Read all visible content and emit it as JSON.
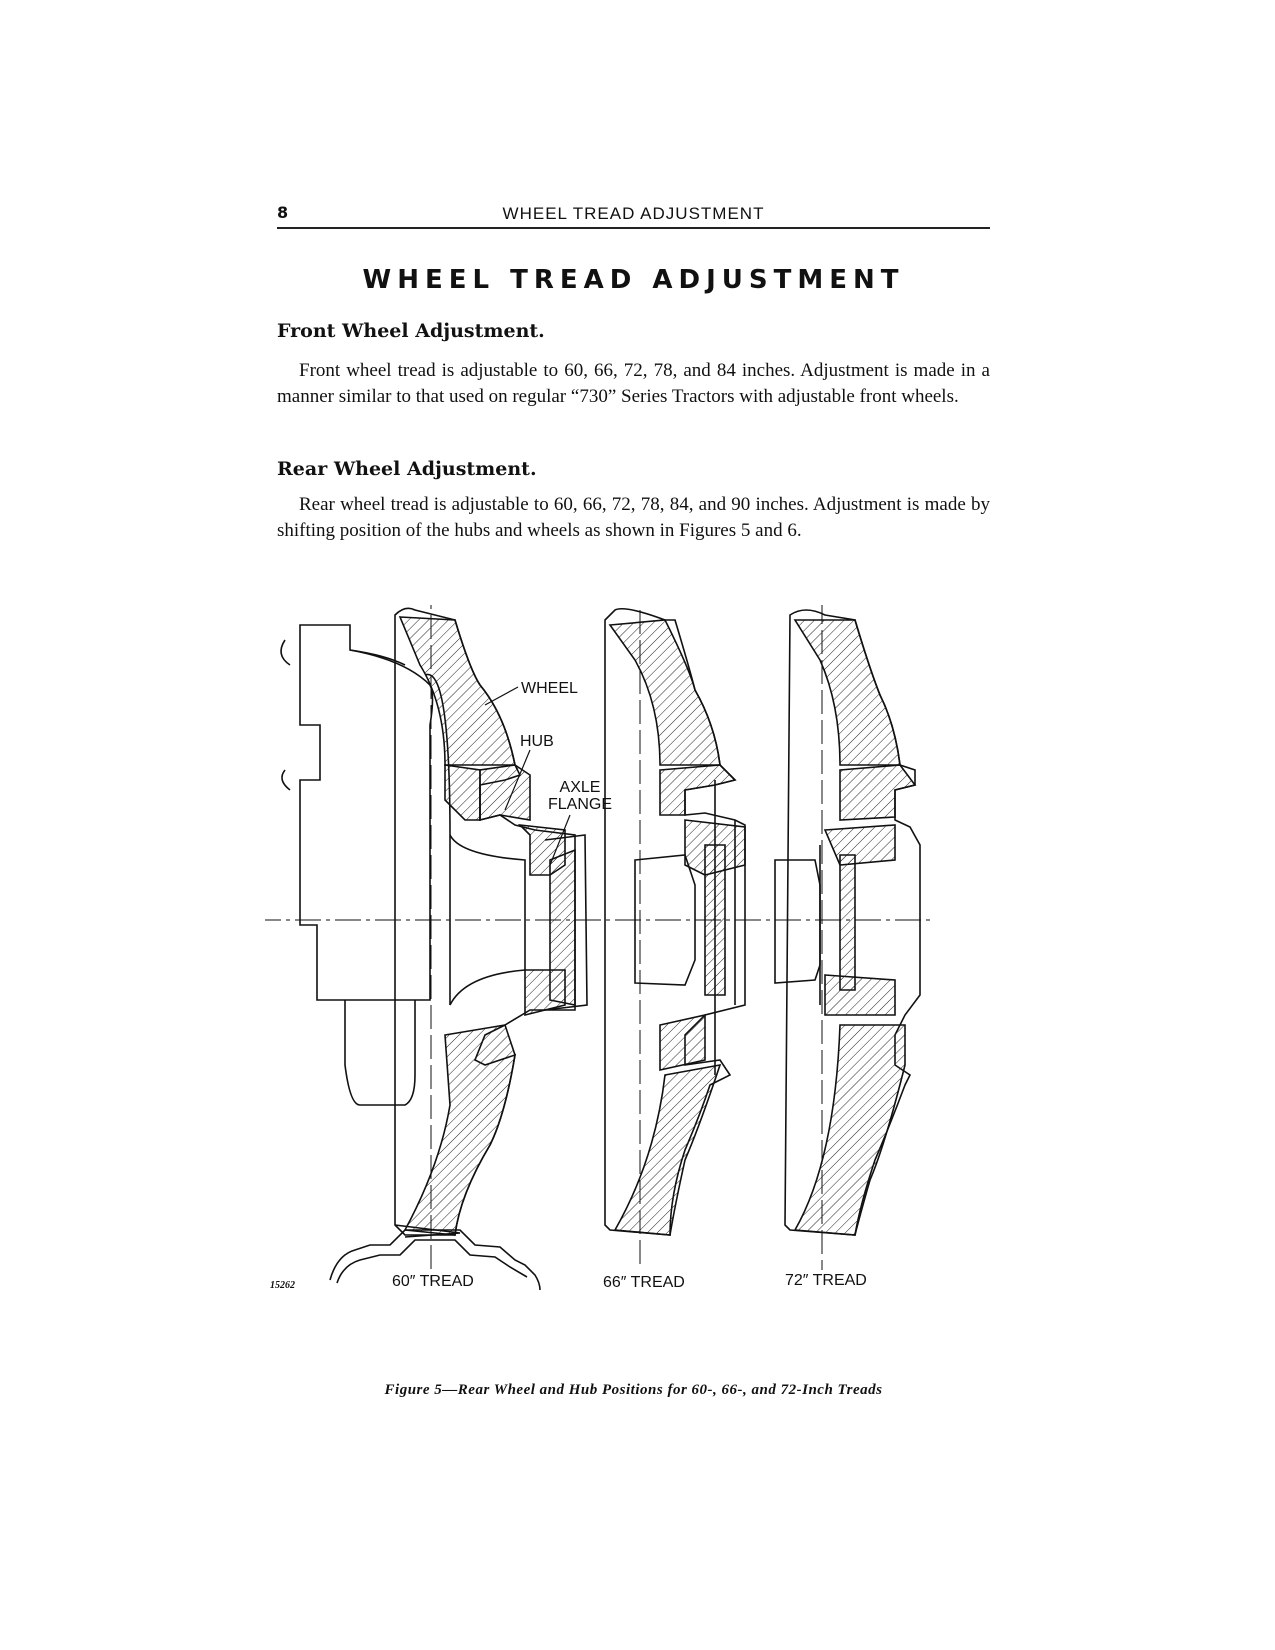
{
  "header": {
    "page_number": "8",
    "running_title": "WHEEL TREAD ADJUSTMENT"
  },
  "title": "WHEEL TREAD ADJUSTMENT",
  "sections": [
    {
      "heading": "Front Wheel Adjustment.",
      "body": "Front wheel tread is adjustable to 60, 66, 72, 78, and 84 inches. Adjustment is made in a manner similar to that used on regular “730” Series Tractors with adjustable front wheels."
    },
    {
      "heading": "Rear Wheel Adjustment.",
      "body": "Rear wheel tread is adjustable to 60, 66, 72, 78, 84, and 90 inches. Adjustment is made by shifting position of the hubs and wheels as shown in Figures 5 and 6."
    }
  ],
  "figure": {
    "callouts": {
      "wheel": "WHEEL",
      "hub": "HUB",
      "axle_flange": "AXLE\nFLANGE"
    },
    "tread_labels": [
      "60″ TREAD",
      "66″ TREAD",
      "72″ TREAD"
    ],
    "figure_number": "15262",
    "caption": "Figure 5—Rear Wheel and Hub Positions for 60-, 66-, and 72-Inch Treads"
  }
}
